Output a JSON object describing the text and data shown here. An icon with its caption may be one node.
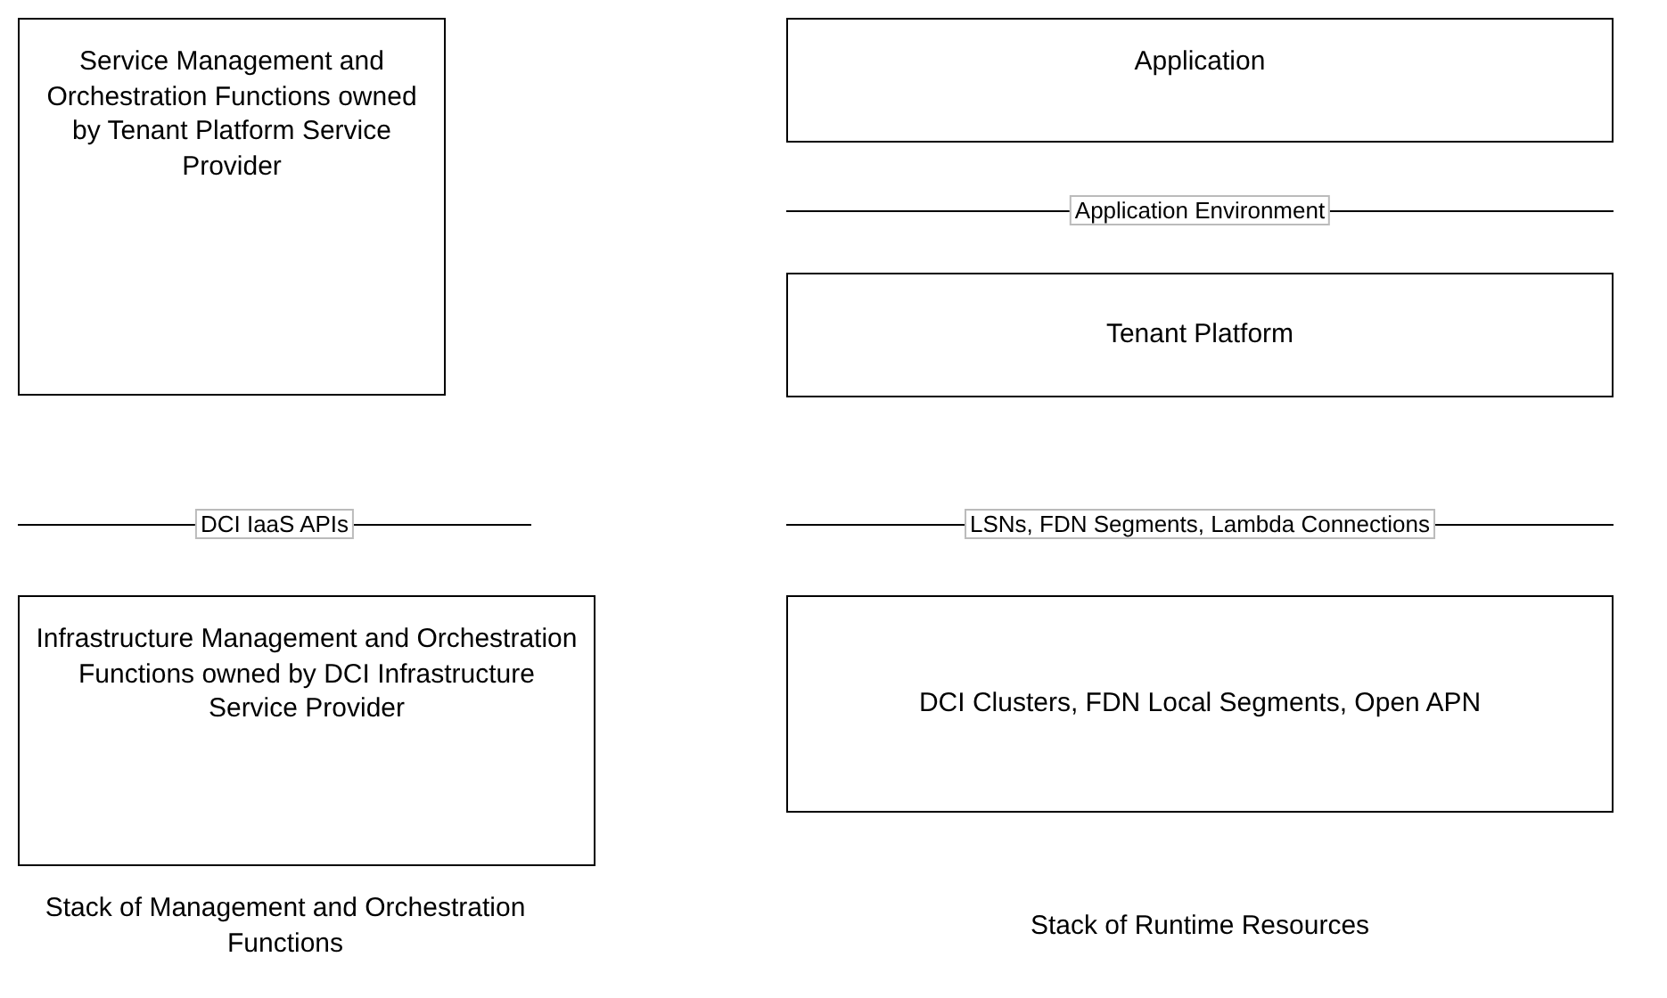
{
  "diagram": {
    "nodes": [
      {
        "text": [
          "Service Management and Orchestration Functions owned by Tenant Platform Service Provider"
        ]
      },
      {
        "text": [
          "Application"
        ]
      },
      {
        "text": [
          "Tenant Platform"
        ]
      },
      {
        "text": [
          "Infrastructure Management and Orchestration Functions owned by DCI Infrastructure Service Provider"
        ]
      },
      {
        "text": [
          "DCI Clusters, FDN Local Segments, Open APN"
        ]
      }
    ],
    "edges": [],
    "labels": [
      "Application Environment",
      "DCI IaaS APIs",
      "LSNs, FDN Segments, Lambda Connections",
      "Stack of Management and Orchestration Functions",
      "Stack of Runtime Resources"
    ]
  }
}
